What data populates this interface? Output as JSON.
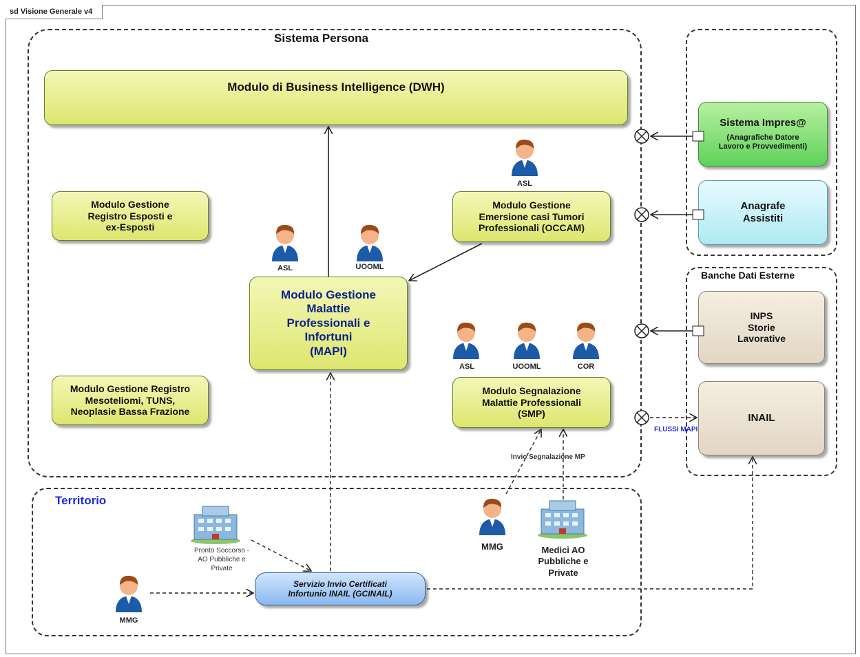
{
  "frame": {
    "title": "sd Visione Generale v4"
  },
  "groups": {
    "sistema_persona": "Sistema Persona",
    "banche_dati_esterne": "Banche Dati Esterne",
    "territorio": "Territorio"
  },
  "modules": {
    "dwh": "Modulo di Business Intelligence (DWH)",
    "registro_esposti": "Modulo Gestione\nRegistro Esposti e\nex-Esposti",
    "registro_mesoteliomi": "Modulo Gestione Registro\nMesoteliomi, TUNS,\nNeoplasie Bassa Frazione",
    "mapi": "Modulo Gestione\nMalattie\nProfessionali e\nInfortuni\n(MAPI)",
    "occam": "Modulo Gestione\nEmersione casi Tumori\nProfessionali (OCCAM)",
    "smp": "Modulo Segnalazione\nMalattie Professionali\n(SMP)",
    "gcinail": "Servizio Invio Certificati\nInfortunio INAIL (GCINAIL)"
  },
  "external": {
    "impresa_title": "Sistema Impres@",
    "impresa_subtitle": "(Anagrafiche Datore\nLavoro e Provvedimenti)",
    "anagrafe": "Anagrafe\nAssistiti",
    "inps": "INPS\nStorie\nLavorative",
    "inail": "INAIL"
  },
  "actors": {
    "asl_occam": "ASL",
    "asl_mapi": "ASL",
    "uooml_mapi": "UOOML",
    "asl_smp": "ASL",
    "uooml_smp": "UOOML",
    "cor_smp": "COR",
    "mmg_smp": "MMG",
    "mmg_territorio": "MMG"
  },
  "buildings": {
    "pronto_soccorso": "Pronto Soccorso -\nAO Pubbliche e\nPrivate",
    "medici_ao": "Medici AO\nPubbliche e\nPrivate"
  },
  "flows": {
    "invio_segnalazione": "Invio Segnalazione MP",
    "flussi_mapi": "FLUSSI MAPI"
  },
  "colors": {
    "module_fill": "#e8ed8a",
    "impresa_fill": "#7ddc6c",
    "anagrafe_fill": "#c9f3f8",
    "external_fill": "#ece2d4",
    "gcinail_fill": "#a9cdf6",
    "group_title_blue": "#1e2bd6",
    "mapi_text": "#0b1f8c",
    "flow_label": "#1e2bd6"
  }
}
